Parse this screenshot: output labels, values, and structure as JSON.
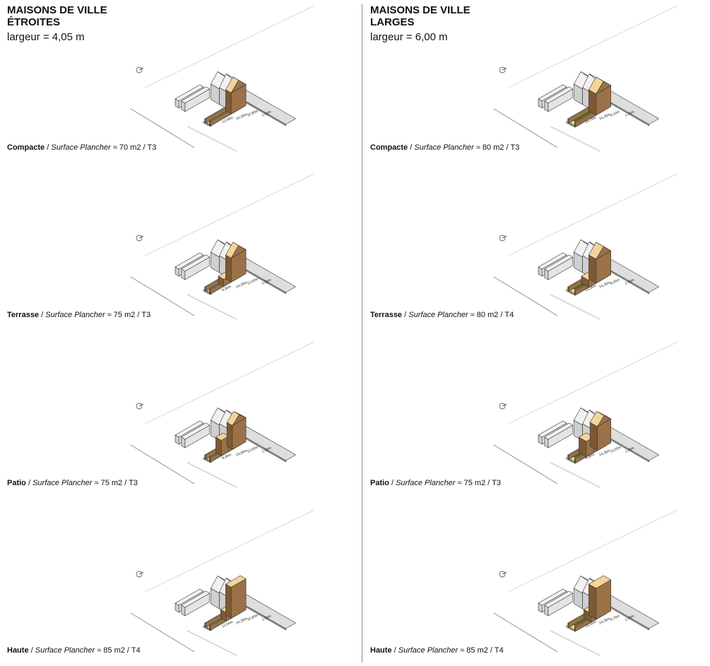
{
  "colors": {
    "volume_top": "#f4d598",
    "volume_side": "#9b7248",
    "volume_front": "#7d5a34",
    "garden": "#dfe28a",
    "garden_dark": "#5f6a1c",
    "neighbour": "#f2f2f2",
    "neighbour_shade": "#cfcfcf",
    "road": "#a9a9a9"
  },
  "columns": [
    {
      "title_line1": "MAISONS DE VILLE",
      "title_line2": "ÉTROITES",
      "width_label": "largeur = 4,05 m",
      "rows": [
        {
          "type": "Compacte",
          "surface_label": "Surface Plancher",
          "area": "≈ 70 m2",
          "typology": "T3",
          "dims": {
            "width": "4,05m",
            "garden": "12,00m",
            "total": "24,30m",
            "depth": "10,80m",
            "gap": "1,50m"
          },
          "variant": "compacte"
        },
        {
          "type": "Terrasse",
          "surface_label": "Surface Plancher",
          "area": "≈ 75 m2",
          "typology": "T3",
          "dims": {
            "width": "4,05m",
            "garden": "9,30m",
            "total": "24,30m",
            "depth": "13,50m",
            "gap": "1,50m"
          },
          "variant": "terrasse"
        },
        {
          "type": "Patio",
          "surface_label": "Surface Plancher",
          "area": "≈ 75 m2",
          "typology": "T3",
          "dims": {
            "width": "4,05m",
            "garden": "9,30m",
            "total": "24,80m",
            "depth": "13,50m",
            "gap": "1,50m"
          },
          "variant": "patio"
        },
        {
          "type": "Haute",
          "surface_label": "Surface Plancher",
          "area": "≈ 85 m2",
          "typology": "T4",
          "dims": {
            "width": "4,05m",
            "garden": "12,00m",
            "total": "24,30m",
            "depth": "10,80m",
            "gap": "1,50m"
          },
          "variant": "haute"
        }
      ]
    },
    {
      "title_line1": "MAISONS DE VILLE",
      "title_line2": "LARGES",
      "width_label": "largeur = 6,00 m",
      "rows": [
        {
          "type": "Compacte",
          "surface_label": "Surface Plancher",
          "area": "≈ 80 m2",
          "typology": "T3",
          "dims": {
            "width": "6,00m",
            "garden": "14,70m",
            "total": "24,30m",
            "depth": "8,10m",
            "gap": "1,50m"
          },
          "variant": "compacte"
        },
        {
          "type": "Terrasse",
          "surface_label": "Surface Plancher",
          "area": "≈ 80 m2",
          "typology": "T4",
          "dims": {
            "width": "6,00m",
            "garden": "13,35m",
            "total": "24,30m",
            "depth": "8,45m",
            "gap": "1,50m"
          },
          "variant": "terrasse"
        },
        {
          "type": "Patio",
          "surface_label": "Surface Plancher",
          "area": "≈ 75 m2",
          "typology": "T3",
          "dims": {
            "width": "6,00m",
            "garden": "9,30m",
            "total": "24,30m",
            "depth": "13,50m",
            "gap": "1,50m"
          },
          "variant": "patio"
        },
        {
          "type": "Haute",
          "surface_label": "Surface Plancher",
          "area": "≈ 85 m2",
          "typology": "T4",
          "dims": {
            "width": "6,00m",
            "garden": "16,65m",
            "total": "24,30m",
            "depth": "6,75m",
            "gap": "1,50m"
          },
          "variant": "haute"
        }
      ]
    }
  ]
}
